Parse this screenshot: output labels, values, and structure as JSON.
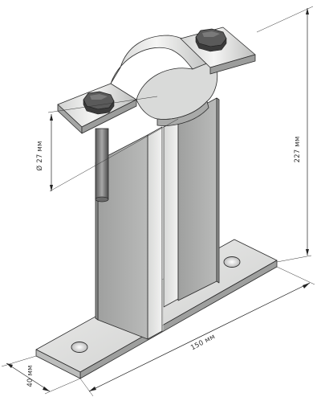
{
  "dimensions": {
    "diameter": "Ø 27 мм",
    "height": "227 мм",
    "length": "150 мм",
    "width": "40 мм"
  },
  "colors": {
    "metal_light": "#e6e7e6",
    "metal_mid": "#bfc0bf",
    "metal_dark": "#8c8d8c",
    "post_face": "#a9aaa9",
    "bolt_head": "#4a4a4a",
    "lines": "#222222"
  }
}
